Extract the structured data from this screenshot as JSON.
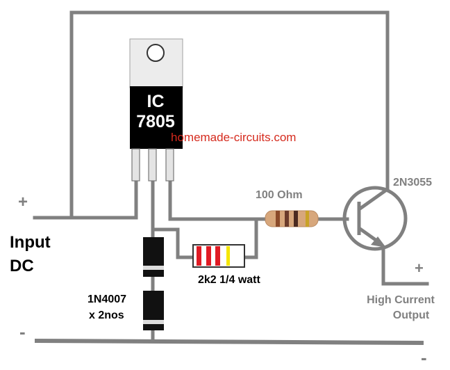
{
  "ic": {
    "line1": "IC",
    "line2": "7805"
  },
  "watermark": "homemade-circuits.com",
  "resistor_top": "100 Ohm",
  "transistor": "2N3055",
  "resistor_bottom": "2k2 1/4 watt",
  "diodes": {
    "line1": "1N4007",
    "line2": "x 2nos"
  },
  "input": {
    "plus": "+",
    "line1": "Input",
    "line2": "DC",
    "minus": "-"
  },
  "output": {
    "plus": "+",
    "line1": "High Current",
    "line2": "Output",
    "minus": "-"
  },
  "colors": {
    "wire": "#808080",
    "ic_body": "#000000",
    "ic_tab": "#ececec",
    "watermark": "#d52a1d",
    "label": "#808080",
    "resistor_body_top": "#d7a77c",
    "resistor_stripe_red": "#e01b24",
    "resistor_stripe_yellow": "#f5e600",
    "diode_body": "#111111"
  }
}
